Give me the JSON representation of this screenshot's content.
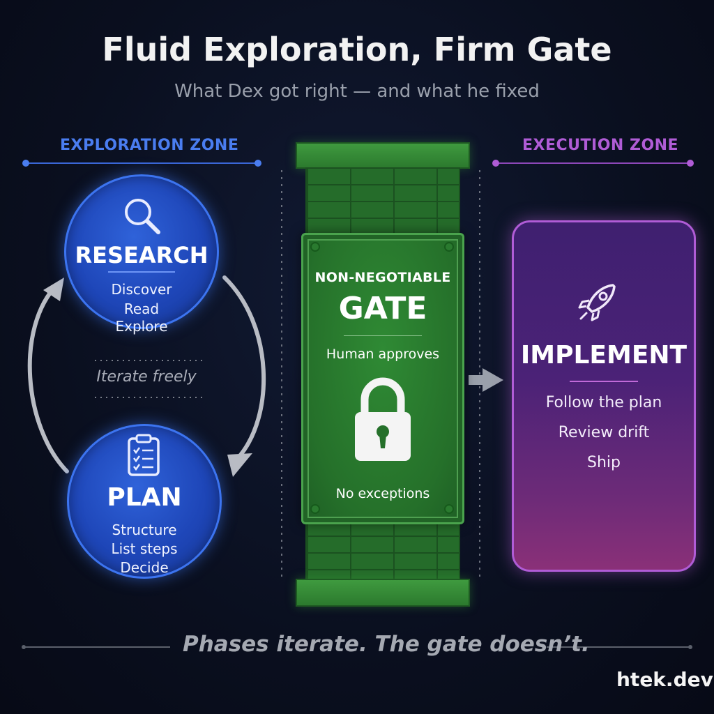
{
  "title": "Fluid Exploration, Firm Gate",
  "subtitle": "What Dex got right — and what he fixed",
  "zones": {
    "exploration": "EXPLORATION ZONE",
    "execution": "EXECUTION ZONE"
  },
  "research": {
    "title": "RESEARCH",
    "items": [
      "Discover",
      "Read",
      "Explore"
    ],
    "icon": "magnifier-icon"
  },
  "iterate_label": "Iterate freely",
  "plan": {
    "title": "PLAN",
    "items": [
      "Structure",
      "List steps",
      "Decide"
    ],
    "icon": "clipboard-checklist-icon"
  },
  "gate": {
    "header": "NON-NEGOTIABLE",
    "title": "GATE",
    "approval": "Human approves",
    "footer": "No exceptions",
    "icon": "padlock-icon"
  },
  "implement": {
    "title": "IMPLEMENT",
    "items": [
      "Follow the plan",
      "Review drift",
      "Ship"
    ],
    "icon": "rocket-icon"
  },
  "tagline": "Phases iterate. The gate doesn’t.",
  "brand": "htek.dev",
  "colors": {
    "exploration": "#4a7df0",
    "execution": "#b05cd6",
    "gate": "#2e8a33",
    "background": "#0a0f1f"
  }
}
